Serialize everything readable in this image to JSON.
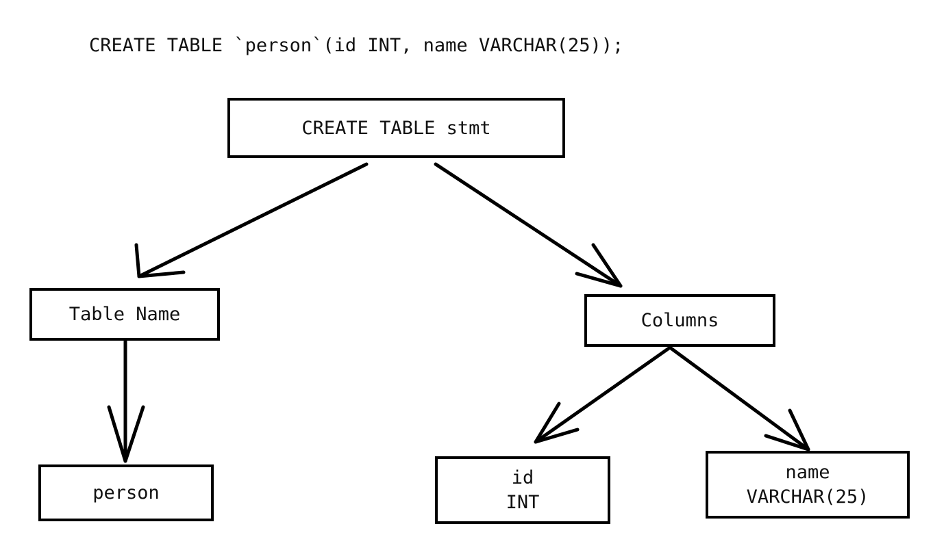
{
  "title": {
    "sql": "CREATE TABLE `person`(id INT, name VARCHAR(25));"
  },
  "diagram": {
    "type": "tree",
    "orientation": "top-down",
    "background_color": "#ffffff",
    "stroke_color": "#000000",
    "text_color": "#111111",
    "arrowhead_style": "open-v",
    "nodes": [
      {
        "id": "root",
        "label": "CREATE TABLE stmt",
        "lines": [
          "CREATE TABLE stmt"
        ],
        "level": 0
      },
      {
        "id": "table_name",
        "label": "Table Name",
        "lines": [
          "Table Name"
        ],
        "level": 1
      },
      {
        "id": "columns",
        "label": "Columns",
        "lines": [
          "Columns"
        ],
        "level": 1
      },
      {
        "id": "person",
        "label": "person",
        "lines": [
          "person"
        ],
        "level": 2
      },
      {
        "id": "col_id",
        "label": "id INT",
        "lines": [
          "id",
          "INT"
        ],
        "level": 2
      },
      {
        "id": "col_name",
        "label": "name VARCHAR(25)",
        "lines": [
          "name",
          "VARCHAR(25)"
        ],
        "level": 2
      }
    ],
    "edges": [
      {
        "from": "root",
        "to": "table_name"
      },
      {
        "from": "root",
        "to": "columns"
      },
      {
        "from": "table_name",
        "to": "person"
      },
      {
        "from": "columns",
        "to": "col_id"
      },
      {
        "from": "columns",
        "to": "col_name"
      }
    ]
  }
}
